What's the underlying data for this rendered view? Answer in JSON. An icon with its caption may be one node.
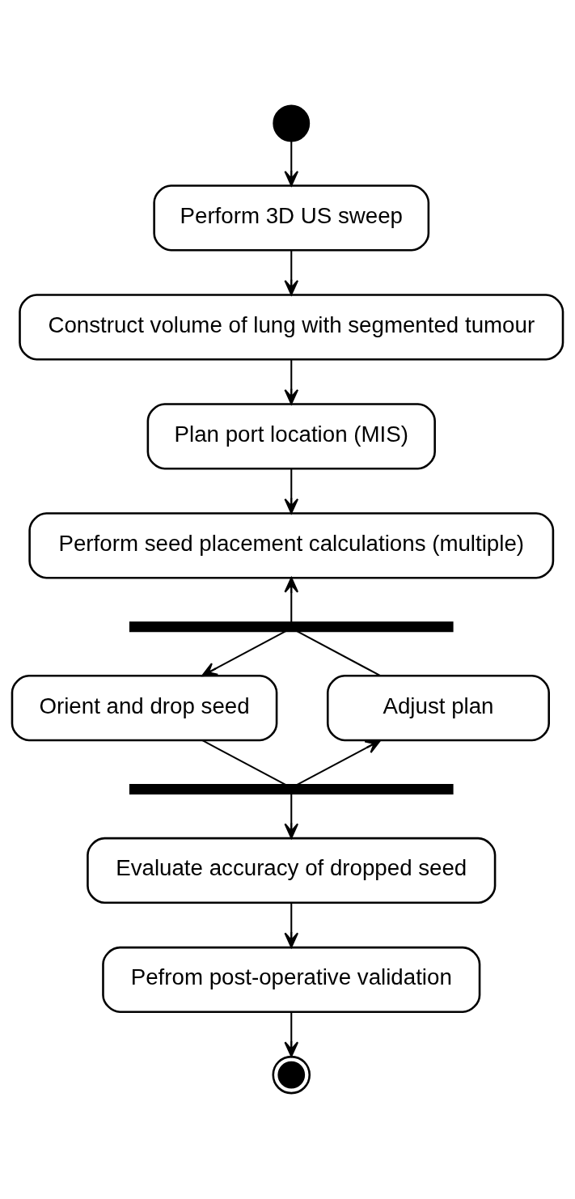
{
  "diagram": {
    "nodes": [
      {
        "text": [],
        "shape": "circle"
      },
      {
        "text": [
          "Perform 3D US sweep"
        ]
      },
      {
        "text": [
          "Construct volume of lung with segmented tumour"
        ]
      },
      {
        "text": [
          "Plan port location (MIS)"
        ]
      },
      {
        "text": [
          "Perform seed placement calculations (multiple)"
        ]
      },
      {
        "text": [],
        "shape": "bar"
      },
      {
        "text": [
          "Orient and drop seed"
        ]
      },
      {
        "text": [
          "Adjust plan"
        ]
      },
      {
        "text": [],
        "shape": "bar"
      },
      {
        "text": [
          "Evaluate accuracy of dropped seed"
        ]
      },
      {
        "text": [
          "Pefrom post-operative validation"
        ]
      },
      {
        "text": [],
        "shape": "bullseye"
      }
    ],
    "edges": [
      {
        "from": 0,
        "to": 1,
        "arrow": "to"
      },
      {
        "from": 1,
        "to": 2,
        "arrow": "to"
      },
      {
        "from": 2,
        "to": 3,
        "arrow": "to"
      },
      {
        "from": 3,
        "to": 4,
        "arrow": "to"
      },
      {
        "from": 5,
        "to": 4,
        "arrow": "to"
      },
      {
        "from": 5,
        "to": 6,
        "arrow": "to"
      },
      {
        "from": 7,
        "to": 5,
        "arrow": "none"
      },
      {
        "from": 6,
        "to": 8,
        "arrow": "none"
      },
      {
        "from": 8,
        "to": 9,
        "arrow": "to"
      },
      {
        "from": 8,
        "to": 7,
        "arrow": "to"
      },
      {
        "from": 9,
        "to": 10,
        "arrow": "to"
      },
      {
        "from": 10,
        "to": 11,
        "arrow": "to"
      }
    ]
  }
}
